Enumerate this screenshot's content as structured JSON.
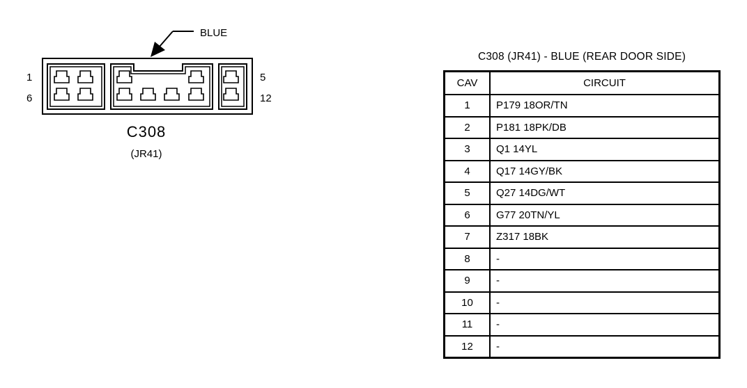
{
  "connector": {
    "color_callout": "BLUE",
    "name": "C308",
    "code": "(JR41)",
    "pin_labels": {
      "top_left": "1",
      "bottom_left": "6",
      "top_right": "5",
      "bottom_right": "12"
    }
  },
  "table": {
    "title": "C308 (JR41) - BLUE (REAR DOOR SIDE)",
    "headers": {
      "cav": "CAV",
      "circuit": "CIRCUIT"
    },
    "rows": [
      {
        "cav": "1",
        "circuit": "P179 18OR/TN"
      },
      {
        "cav": "2",
        "circuit": "P181 18PK/DB"
      },
      {
        "cav": "3",
        "circuit": "Q1 14YL"
      },
      {
        "cav": "4",
        "circuit": "Q17 14GY/BK"
      },
      {
        "cav": "5",
        "circuit": "Q27 14DG/WT"
      },
      {
        "cav": "6",
        "circuit": "G77 20TN/YL"
      },
      {
        "cav": "7",
        "circuit": "Z317 18BK"
      },
      {
        "cav": "8",
        "circuit": "-"
      },
      {
        "cav": "9",
        "circuit": "-"
      },
      {
        "cav": "10",
        "circuit": "-"
      },
      {
        "cav": "11",
        "circuit": "-"
      },
      {
        "cav": "12",
        "circuit": "-"
      }
    ]
  }
}
